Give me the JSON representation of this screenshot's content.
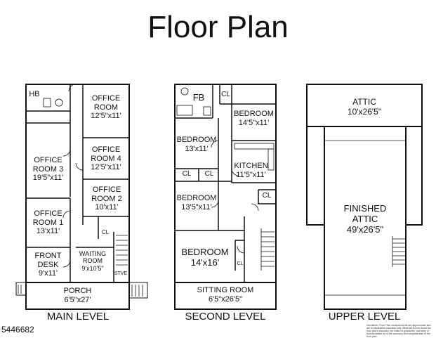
{
  "title": "Floor Plan",
  "levels": {
    "main": {
      "label": "MAIN LEVEL",
      "rooms": {
        "hb": "HB",
        "office_room": [
          "OFFICE",
          "ROOM",
          "12'5\"x11'"
        ],
        "office_room_4": [
          "OFFICE",
          "ROOM 4",
          "12'5\"x11'"
        ],
        "office_room_3": [
          "OFFICE",
          "ROOM 3",
          "19'5\"x11'"
        ],
        "office_room_2": [
          "OFFICE",
          "ROOM 2",
          "10'x11'"
        ],
        "office_room_1": [
          "OFFICE",
          "ROOM 1",
          "13'x11'"
        ],
        "cl": "CL",
        "waiting_room": [
          "WAITING",
          "ROOM",
          "9'x10'5\""
        ],
        "front_desk": [
          "FRONT",
          "DESK",
          "9'x11'"
        ],
        "stove": "STVE",
        "porch": [
          "PORCH",
          "6'5\"x27'"
        ]
      }
    },
    "second": {
      "label": "SECOND LEVEL",
      "rooms": {
        "fb": "FB",
        "cl_top": "CL",
        "bedroom_a": [
          "BEDROOM",
          "14'5\"x11'"
        ],
        "bedroom_b": [
          "BEDROOM",
          "13'x11'"
        ],
        "kitchen": [
          "KITCHEN",
          "11'5\"x11'"
        ],
        "cl_left": "CL",
        "cl_mid": "CL",
        "bedroom_c": [
          "BEDROOM",
          "13'5\"x11'"
        ],
        "cl_right": "CL",
        "bedroom_d": [
          "BEDROOM",
          "14'x16'"
        ],
        "cl_small": "CL",
        "sitting_room": [
          "SITTING ROOM",
          "6'5\"x26'5\""
        ]
      }
    },
    "upper": {
      "label": "UPPER LEVEL",
      "rooms": {
        "attic": [
          "ATTIC",
          "10'x26'5\""
        ],
        "finished_attic": [
          "FINISHED",
          "ATTIC",
          "49'x26'5\""
        ]
      }
    }
  },
  "listing_id": "5446682",
  "disclaimer": "Disclaimer: Floor Plan measurements are approximate and are for illustrative purposes only. While we do not doubt the floor plan's accuracy, we make no guarantee, warranty, or representation as to the accuracy and completeness of the floor plan."
}
